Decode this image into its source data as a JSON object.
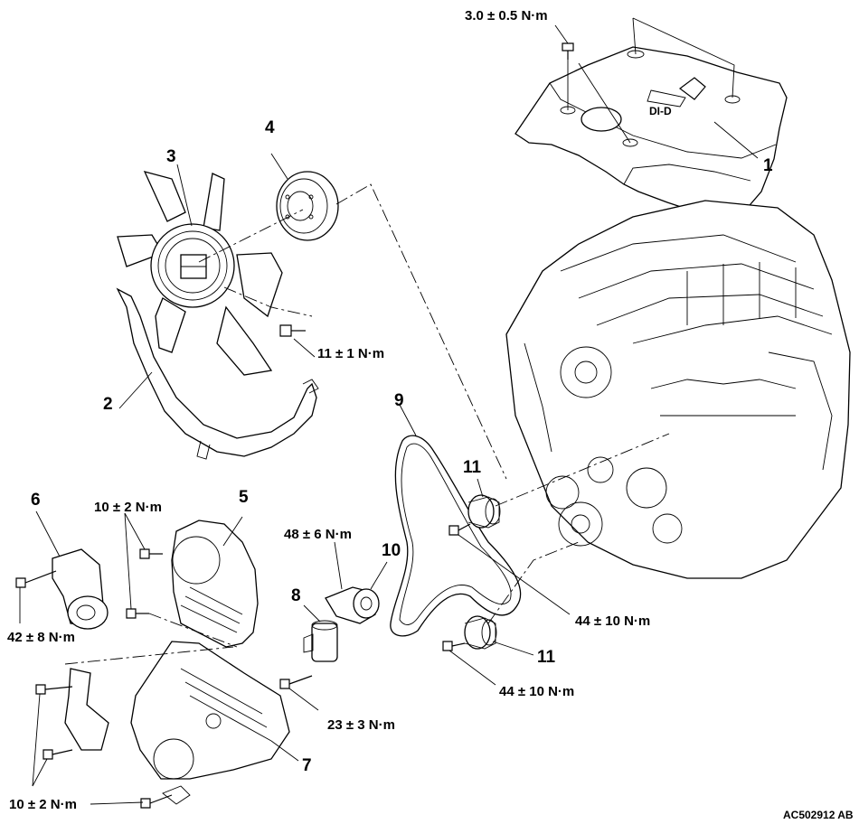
{
  "diagram": {
    "part_numbers": [
      "1",
      "2",
      "3",
      "4",
      "5",
      "6",
      "7",
      "8",
      "9",
      "10",
      "11",
      "11"
    ],
    "torques": {
      "cover_bolt": "3.0 ± 0.5 N·m",
      "fan_bolt": "11 ± 1 N·m",
      "case_bolt_upper": "10 ± 2 N·m",
      "tensioner_bracket": "48 ± 6 N·m",
      "tensioner_bolt": "42 ± 8 N·m",
      "idler_upper": "44 ± 10 N·m",
      "idler_lower": "44 ± 10 N·m",
      "autotensioner": "23 ± 3 N·m",
      "case_bolt_lower": "10 ± 2 N·m"
    },
    "figure_code": "AC502912 AB"
  }
}
